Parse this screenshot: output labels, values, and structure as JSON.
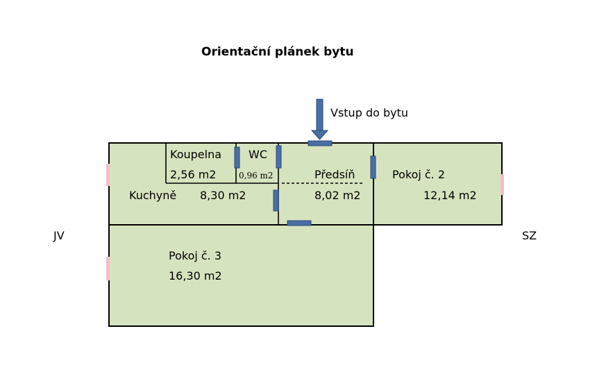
{
  "title": "Orientační plánek bytu",
  "entrance_label": "Vstup do bytu",
  "orientation": {
    "left": "JV",
    "right": "SZ"
  },
  "rooms": {
    "koupelna": {
      "name": "Koupelna",
      "area": "2,56 m2"
    },
    "wc": {
      "name": "WC",
      "area": "0,96 m2"
    },
    "kuchyne": {
      "name": "Kuchyně",
      "area": "8,30 m2"
    },
    "predsin": {
      "name": "Předsíň",
      "area": "8,02 m2"
    },
    "pokoj2": {
      "name": "Pokoj č. 2",
      "area": "12,14 m2"
    },
    "pokoj3": {
      "name": "Pokoj č. 3",
      "area": "16,30 m2"
    }
  },
  "colors": {
    "room_fill": "#d6e3bf",
    "door": "#4a6fa5",
    "window": "#f2bfcb"
  }
}
